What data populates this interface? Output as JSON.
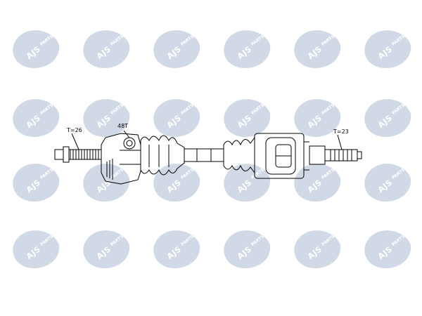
{
  "watermark": {
    "brand": "AJS",
    "suffix": "PARTS",
    "color": "#c9d2e3"
  },
  "labels": {
    "left_spline": "T=26",
    "abs_ring": "48T",
    "right_spline": "T=23"
  },
  "colors": {
    "line": "#000000",
    "background": "#ffffff"
  }
}
